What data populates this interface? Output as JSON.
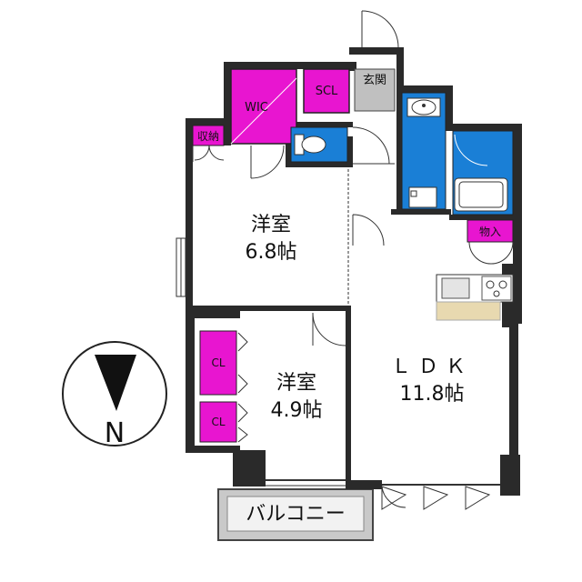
{
  "rooms": {
    "western_room_1": {
      "name": "洋室",
      "size": "6.8帖"
    },
    "western_room_2": {
      "name": "洋室",
      "size": "4.9帖"
    },
    "ldk": {
      "name": "ＬＤＫ",
      "size": "11.8帖"
    },
    "wic": "WIC",
    "scl": "SCL",
    "entrance": "玄関",
    "storage": "収納",
    "cl_1": "CL",
    "cl_2": "CL",
    "mono_ire": "物入",
    "balcony": "バルコニー"
  },
  "compass": {
    "letter": "N"
  },
  "colors": {
    "closet": "#e815d0",
    "wet_area": "#1a7fd6",
    "wall": "#2a2a2a",
    "balcony": "#c9c9c9",
    "counter": "#e8d9b0"
  },
  "icons": [
    "compass-icon",
    "toilet-icon",
    "sink-icon",
    "bathtub-icon",
    "stove-icon",
    "door-swing-icon"
  ]
}
